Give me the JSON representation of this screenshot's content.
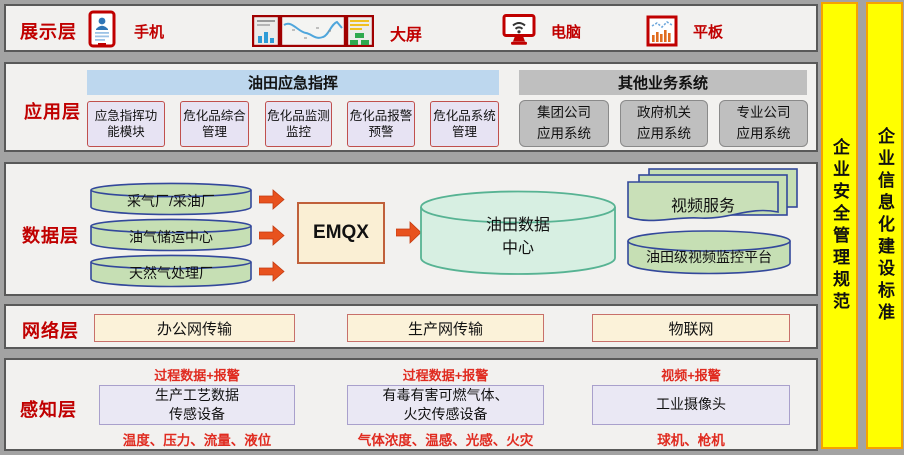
{
  "colors": {
    "accent_red": "#C00000",
    "annotation_red": "#E02B20",
    "header_blue": "#BDD7EE",
    "header_gray": "#BFBFBF",
    "box_lavender": "#E7E3F3",
    "box_border_red": "#C0504D",
    "cylinder_green": "#C6DFB4",
    "cylinder_border_blue": "#33489B",
    "center_mint": "#D7EFE2",
    "center_border_green": "#57B393",
    "network_cream": "#FBF2D9",
    "emqx_fill": "#FAEFD4",
    "emqx_border": "#C0603A",
    "arrow_orange": "#E8521E",
    "sidebar_yellow": "#FFFF00",
    "sidebar_border": "#F5A300"
  },
  "display": {
    "label": "展示层",
    "devices": [
      {
        "icon": "phone-icon",
        "label": "手机"
      },
      {
        "icon": "big-screen-icon",
        "label": "大屏"
      },
      {
        "icon": "computer-icon",
        "label": "电脑"
      },
      {
        "icon": "tablet-icon",
        "label": "平板"
      }
    ]
  },
  "application": {
    "label": "应用层",
    "emergency": {
      "title": "油田应急指挥",
      "boxes": [
        {
          "line1": "应急指挥功",
          "line2": "能模块"
        },
        {
          "line1": "危化品综合",
          "line2": "管理"
        },
        {
          "line1": "危化品监测",
          "line2": "监控"
        },
        {
          "line1": "危化品报警",
          "line2": "预警"
        },
        {
          "line1": "危化品系统",
          "line2": "管理"
        }
      ]
    },
    "other": {
      "title": "其他业务系统",
      "boxes": [
        {
          "line1": "集团公司",
          "line2": "应用系统"
        },
        {
          "line1": "政府机关",
          "line2": "应用系统"
        },
        {
          "line1": "专业公司",
          "line2": "应用系统"
        }
      ]
    }
  },
  "data": {
    "label": "数据层",
    "sources": [
      "采气厂/采油厂",
      "油气储运中心",
      "天然气处理厂"
    ],
    "broker": "EMQX",
    "center": {
      "line1": "油田数据",
      "line2": "中心"
    },
    "video_service": "视频服务",
    "video_platform": "油田级视频监控平台"
  },
  "network": {
    "label": "网络层",
    "boxes": [
      "办公网传输",
      "生产网传输",
      "物联网"
    ]
  },
  "perception": {
    "label": "感知层",
    "columns": [
      {
        "header": "过程数据+报警",
        "line1": "生产工艺数据",
        "line2": "传感设备",
        "footer": "温度、压力、流量、液位"
      },
      {
        "header": "过程数据+报警",
        "line1": "有毒有害可燃气体、",
        "line2": "火灾传感设备",
        "footer": "气体浓度、温感、光感、火灾"
      },
      {
        "header": "视频+报警",
        "line1": "工业摄像头",
        "line2": "",
        "footer": "球机、枪机"
      }
    ]
  },
  "sidebars": [
    {
      "text": "企业安全管理规范"
    },
    {
      "text": "企业信息化建设标准"
    }
  ]
}
